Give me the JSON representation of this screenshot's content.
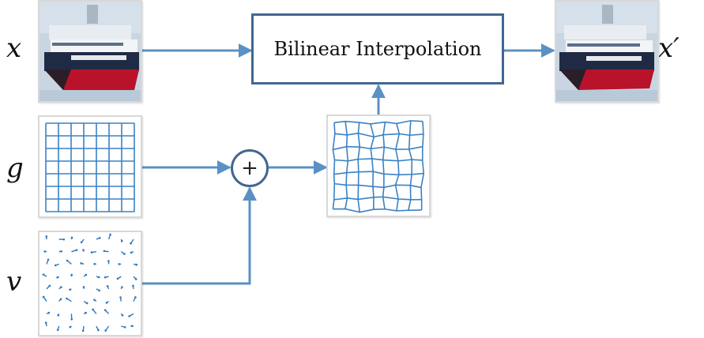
{
  "labels": {
    "x": "x",
    "x_prime": "x′",
    "g": "g",
    "v": "v"
  },
  "bilinear_box": {
    "label": "Bilinear Interpolation"
  },
  "add_node": {
    "symbol": "+"
  },
  "images": {
    "input_image": "ship-image",
    "output_image": "warped-ship-image",
    "base_grid": "regular-grid",
    "flow_field": "vector-field",
    "deformed_grid": "warped-grid"
  },
  "colors": {
    "arrow": "#5b90c4",
    "box_border": "#41678f",
    "grid_line": "#3b82c4",
    "vector": "#2f78bd"
  }
}
